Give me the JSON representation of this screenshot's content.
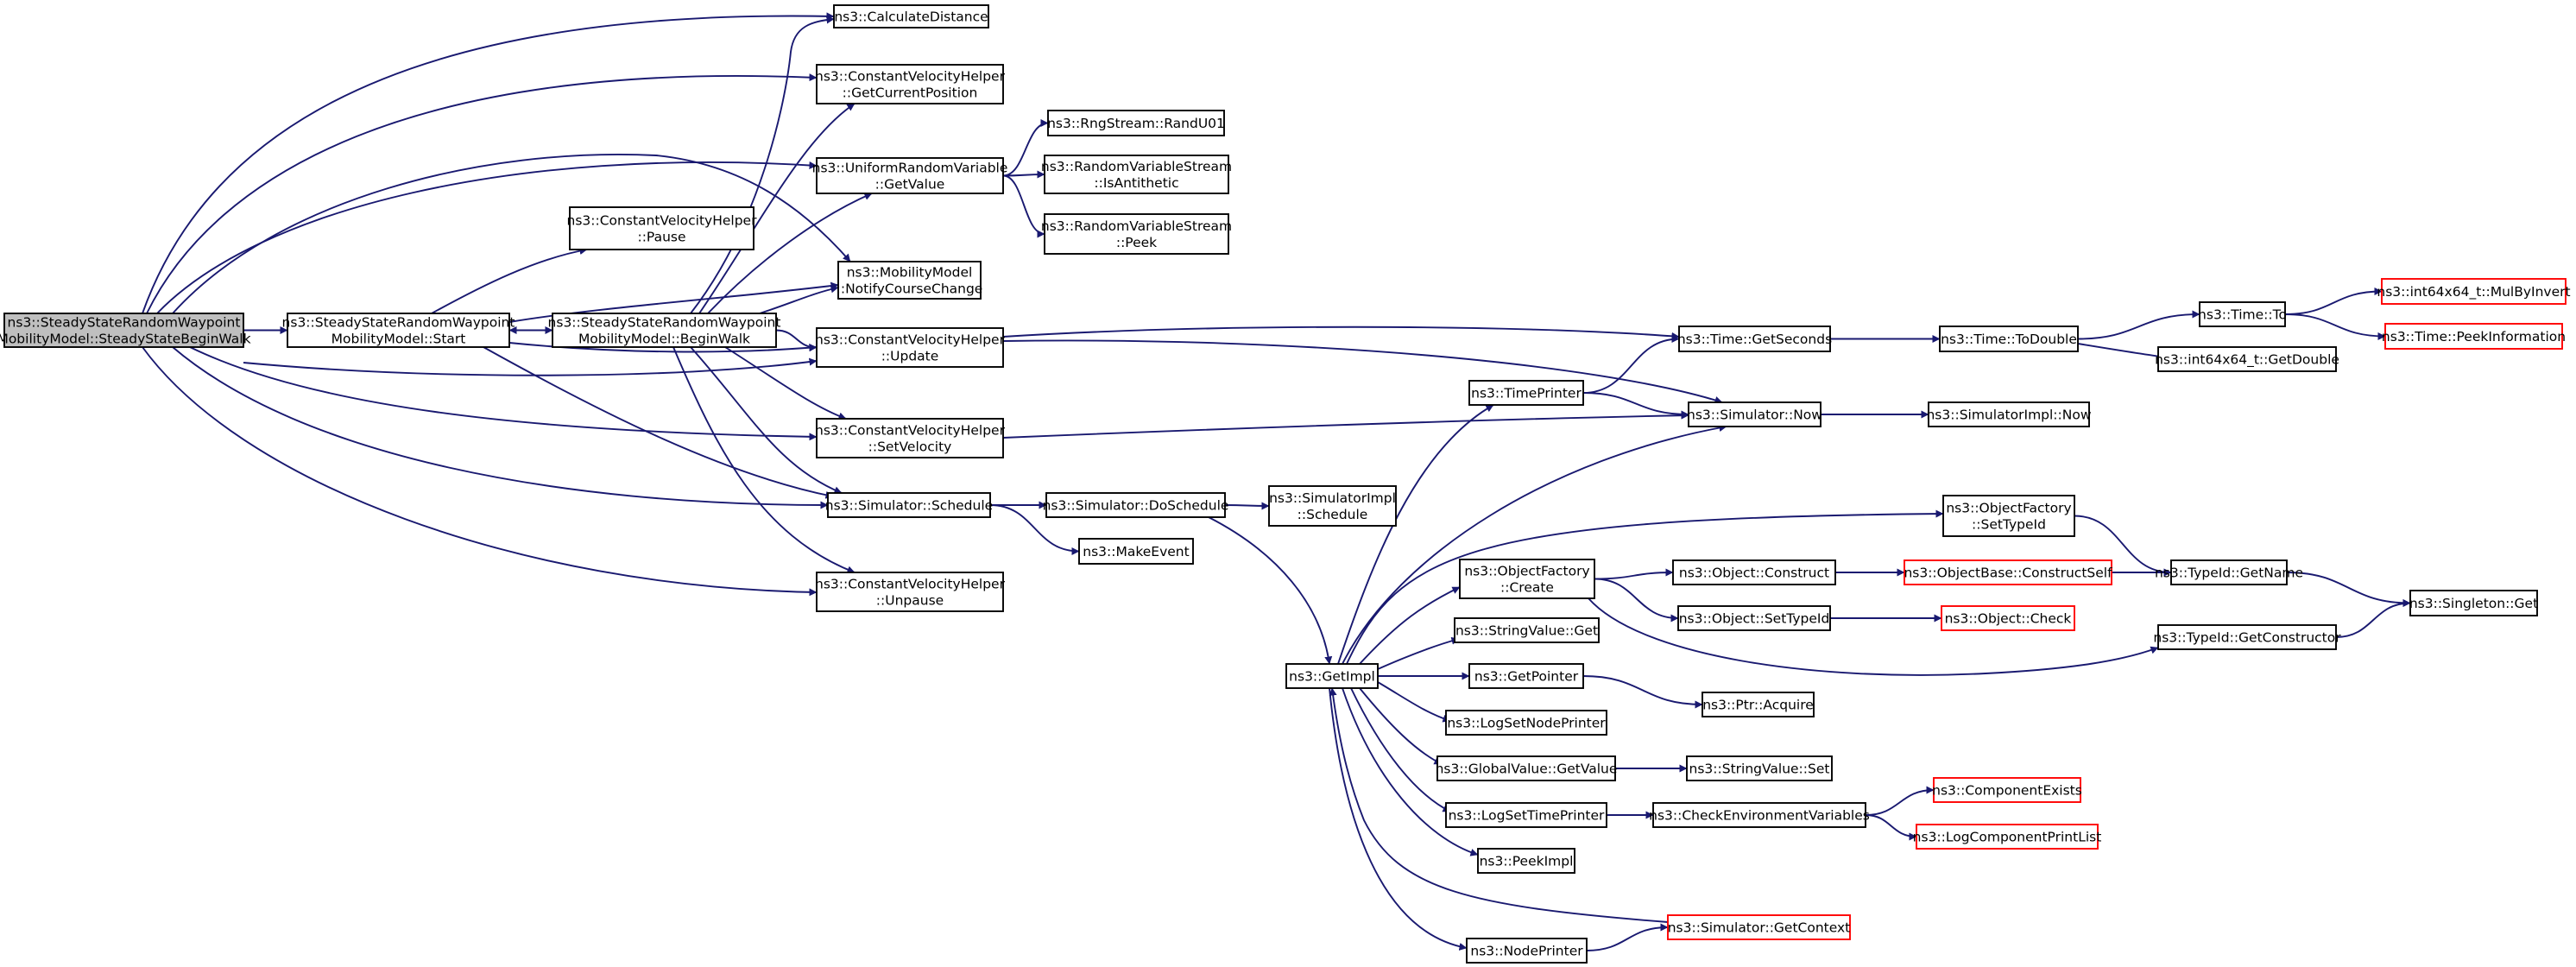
{
  "colors": {
    "edge": "#191970",
    "node_border": "#000000",
    "node_fill": "#ffffff",
    "node_truncated_border": "#ff0000",
    "root_fill": "#bfbfbf"
  },
  "nodes": [
    {
      "id": "root",
      "lines": [
        "ns3::SteadyStateRandomWaypoint",
        "MobilityModel::SteadyStateBeginWalk"
      ],
      "style": "root"
    },
    {
      "id": "start",
      "lines": [
        "ns3::SteadyStateRandomWaypoint",
        "MobilityModel::Start"
      ],
      "style": "normal"
    },
    {
      "id": "beginwalk",
      "lines": [
        "ns3::SteadyStateRandomWaypoint",
        "MobilityModel::BeginWalk"
      ],
      "style": "normal"
    },
    {
      "id": "calcdist",
      "lines": [
        "ns3::CalculateDistance"
      ],
      "style": "normal"
    },
    {
      "id": "getcurpos",
      "lines": [
        "ns3::ConstantVelocityHelper",
        "::GetCurrentPosition"
      ],
      "style": "normal"
    },
    {
      "id": "urvget",
      "lines": [
        "ns3::UniformRandomVariable",
        "::GetValue"
      ],
      "style": "normal"
    },
    {
      "id": "randu01",
      "lines": [
        "ns3::RngStream::RandU01"
      ],
      "style": "normal"
    },
    {
      "id": "isanti",
      "lines": [
        "ns3::RandomVariableStream",
        "::IsAntithetic"
      ],
      "style": "normal"
    },
    {
      "id": "peek",
      "lines": [
        "ns3::RandomVariableStream",
        "::Peek"
      ],
      "style": "normal"
    },
    {
      "id": "pause",
      "lines": [
        "ns3::ConstantVelocityHelper",
        "::Pause"
      ],
      "style": "normal"
    },
    {
      "id": "notify",
      "lines": [
        "ns3::MobilityModel",
        "::NotifyCourseChange"
      ],
      "style": "normal"
    },
    {
      "id": "update",
      "lines": [
        "ns3::ConstantVelocityHelper",
        "::Update"
      ],
      "style": "normal"
    },
    {
      "id": "setvel",
      "lines": [
        "ns3::ConstantVelocityHelper",
        "::SetVelocity"
      ],
      "style": "normal"
    },
    {
      "id": "schedule",
      "lines": [
        "ns3::Simulator::Schedule"
      ],
      "style": "normal"
    },
    {
      "id": "unpause",
      "lines": [
        "ns3::ConstantVelocityHelper",
        "::Unpause"
      ],
      "style": "normal"
    },
    {
      "id": "doschedule",
      "lines": [
        "ns3::Simulator::DoSchedule"
      ],
      "style": "normal"
    },
    {
      "id": "makeevent",
      "lines": [
        "ns3::MakeEvent"
      ],
      "style": "normal"
    },
    {
      "id": "simimplsched",
      "lines": [
        "ns3::SimulatorImpl",
        "::Schedule"
      ],
      "style": "normal"
    },
    {
      "id": "getimpl",
      "lines": [
        "ns3::GetImpl"
      ],
      "style": "normal"
    },
    {
      "id": "timeprinter",
      "lines": [
        "ns3::TimePrinter"
      ],
      "style": "normal"
    },
    {
      "id": "getseconds",
      "lines": [
        "ns3::Time::GetSeconds"
      ],
      "style": "normal"
    },
    {
      "id": "simnow",
      "lines": [
        "ns3::Simulator::Now"
      ],
      "style": "normal"
    },
    {
      "id": "todouble",
      "lines": [
        "ns3::Time::ToDouble"
      ],
      "style": "normal"
    },
    {
      "id": "timeto",
      "lines": [
        "ns3::Time::To"
      ],
      "style": "normal"
    },
    {
      "id": "getdouble",
      "lines": [
        "ns3::int64x64_t::GetDouble"
      ],
      "style": "normal"
    },
    {
      "id": "mulbyinvert",
      "lines": [
        "ns3::int64x64_t::MulByInvert"
      ],
      "style": "truncated"
    },
    {
      "id": "peekinfo",
      "lines": [
        "ns3::Time::PeekInformation"
      ],
      "style": "truncated"
    },
    {
      "id": "simimplnow",
      "lines": [
        "ns3::SimulatorImpl::Now"
      ],
      "style": "normal"
    },
    {
      "id": "ofsettypeid",
      "lines": [
        "ns3::ObjectFactory",
        "::SetTypeId"
      ],
      "style": "normal"
    },
    {
      "id": "ofcreate",
      "lines": [
        "ns3::ObjectFactory",
        "::Create"
      ],
      "style": "normal"
    },
    {
      "id": "objconstruct",
      "lines": [
        "ns3::Object::Construct"
      ],
      "style": "normal"
    },
    {
      "id": "objbaseconstructself",
      "lines": [
        "ns3::ObjectBase::ConstructSelf"
      ],
      "style": "truncated"
    },
    {
      "id": "typeidgetname",
      "lines": [
        "ns3::TypeId::GetName"
      ],
      "style": "normal"
    },
    {
      "id": "singletonget",
      "lines": [
        "ns3::Singleton::Get"
      ],
      "style": "normal"
    },
    {
      "id": "objsettypeid",
      "lines": [
        "ns3::Object::SetTypeId"
      ],
      "style": "normal"
    },
    {
      "id": "objcheck",
      "lines": [
        "ns3::Object::Check"
      ],
      "style": "truncated"
    },
    {
      "id": "typeidgetctor",
      "lines": [
        "ns3::TypeId::GetConstructor"
      ],
      "style": "normal"
    },
    {
      "id": "strvalget",
      "lines": [
        "ns3::StringValue::Get"
      ],
      "style": "normal"
    },
    {
      "id": "getpointer",
      "lines": [
        "ns3::GetPointer"
      ],
      "style": "normal"
    },
    {
      "id": "ptracquire",
      "lines": [
        "ns3::Ptr::Acquire"
      ],
      "style": "normal"
    },
    {
      "id": "logsetnodeprinter",
      "lines": [
        "ns3::LogSetNodePrinter"
      ],
      "style": "normal"
    },
    {
      "id": "gvgetvalue",
      "lines": [
        "ns3::GlobalValue::GetValue"
      ],
      "style": "normal"
    },
    {
      "id": "strvalset",
      "lines": [
        "ns3::StringValue::Set"
      ],
      "style": "normal"
    },
    {
      "id": "logsettimeprinter",
      "lines": [
        "ns3::LogSetTimePrinter"
      ],
      "style": "normal"
    },
    {
      "id": "checkenv",
      "lines": [
        "ns3::CheckEnvironmentVariables"
      ],
      "style": "normal"
    },
    {
      "id": "compexists",
      "lines": [
        "ns3::ComponentExists"
      ],
      "style": "truncated"
    },
    {
      "id": "logcompprintlist",
      "lines": [
        "ns3::LogComponentPrintList"
      ],
      "style": "truncated"
    },
    {
      "id": "peekimpl",
      "lines": [
        "ns3::PeekImpl"
      ],
      "style": "normal"
    },
    {
      "id": "nodeprinter",
      "lines": [
        "ns3::NodePrinter"
      ],
      "style": "normal"
    },
    {
      "id": "simgetcontext",
      "lines": [
        "ns3::Simulator::GetContext"
      ],
      "style": "truncated"
    }
  ],
  "edges": [
    [
      "root",
      "start"
    ],
    [
      "root",
      "calcdist"
    ],
    [
      "root",
      "getcurpos"
    ],
    [
      "root",
      "urvget"
    ],
    [
      "root",
      "notify"
    ],
    [
      "root",
      "update"
    ],
    [
      "root",
      "setvel"
    ],
    [
      "root",
      "schedule"
    ],
    [
      "root",
      "unpause"
    ],
    [
      "start",
      "beginwalk"
    ],
    [
      "start",
      "pause"
    ],
    [
      "start",
      "notify"
    ],
    [
      "start",
      "update"
    ],
    [
      "start",
      "schedule"
    ],
    [
      "beginwalk",
      "start"
    ],
    [
      "beginwalk",
      "calcdist"
    ],
    [
      "beginwalk",
      "getcurpos"
    ],
    [
      "beginwalk",
      "urvget"
    ],
    [
      "beginwalk",
      "notify"
    ],
    [
      "beginwalk",
      "update"
    ],
    [
      "beginwalk",
      "setvel"
    ],
    [
      "beginwalk",
      "schedule"
    ],
    [
      "beginwalk",
      "unpause"
    ],
    [
      "urvget",
      "randu01"
    ],
    [
      "urvget",
      "isanti"
    ],
    [
      "urvget",
      "peek"
    ],
    [
      "update",
      "getseconds"
    ],
    [
      "update",
      "simnow"
    ],
    [
      "setvel",
      "simnow"
    ],
    [
      "schedule",
      "doschedule"
    ],
    [
      "schedule",
      "makeevent"
    ],
    [
      "doschedule",
      "simimplsched"
    ],
    [
      "doschedule",
      "getimpl"
    ],
    [
      "getimpl",
      "timeprinter"
    ],
    [
      "getimpl",
      "simnow"
    ],
    [
      "getimpl",
      "ofsettypeid"
    ],
    [
      "getimpl",
      "ofcreate"
    ],
    [
      "getimpl",
      "strvalget"
    ],
    [
      "getimpl",
      "getpointer"
    ],
    [
      "getimpl",
      "logsetnodeprinter"
    ],
    [
      "getimpl",
      "gvgetvalue"
    ],
    [
      "getimpl",
      "logsettimeprinter"
    ],
    [
      "getimpl",
      "peekimpl"
    ],
    [
      "getimpl",
      "nodeprinter"
    ],
    [
      "simgetcontext",
      "getimpl"
    ],
    [
      "timeprinter",
      "getseconds"
    ],
    [
      "timeprinter",
      "simnow"
    ],
    [
      "getseconds",
      "todouble"
    ],
    [
      "todouble",
      "timeto"
    ],
    [
      "todouble",
      "getdouble"
    ],
    [
      "timeto",
      "mulbyinvert"
    ],
    [
      "timeto",
      "peekinfo"
    ],
    [
      "simnow",
      "simimplnow"
    ],
    [
      "ofsettypeid",
      "typeidgetname"
    ],
    [
      "ofcreate",
      "objconstruct"
    ],
    [
      "ofcreate",
      "objsettypeid"
    ],
    [
      "ofcreate",
      "typeidgetctor"
    ],
    [
      "objconstruct",
      "objbaseconstructself"
    ],
    [
      "objbaseconstructself",
      "typeidgetname"
    ],
    [
      "typeidgetname",
      "singletonget"
    ],
    [
      "typeidgetctor",
      "singletonget"
    ],
    [
      "objsettypeid",
      "objcheck"
    ],
    [
      "getpointer",
      "ptracquire"
    ],
    [
      "gvgetvalue",
      "strvalset"
    ],
    [
      "logsettimeprinter",
      "checkenv"
    ],
    [
      "checkenv",
      "compexists"
    ],
    [
      "checkenv",
      "logcompprintlist"
    ],
    [
      "nodeprinter",
      "simgetcontext"
    ]
  ]
}
